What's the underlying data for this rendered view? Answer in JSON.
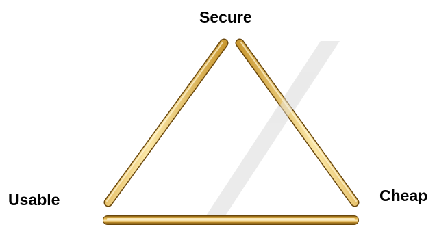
{
  "diagram": {
    "labels": {
      "top": "Secure",
      "left": "Usable",
      "right": "Cheap"
    },
    "colors": {
      "rod_dark": "#7a5410",
      "rod_mid": "#c8962e",
      "rod_light": "#f6dd8f",
      "rod_highlight": "#fff6d8",
      "watermark": "#e0e0e0",
      "label": "#000000"
    }
  }
}
